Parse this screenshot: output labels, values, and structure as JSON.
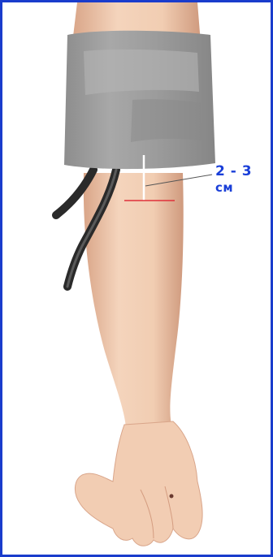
{
  "annotation": {
    "range": "2 - 3",
    "unit": "см"
  },
  "colors": {
    "frame": "#1a3ccc",
    "label": "#1a3fd8",
    "marker_line": "#e0303a",
    "cuff": "#9a9a9a",
    "skin": "#f0c9a8",
    "tube": "#2a2a2a"
  },
  "icons": [
    "blood-pressure-cuff",
    "arm-illustration"
  ]
}
